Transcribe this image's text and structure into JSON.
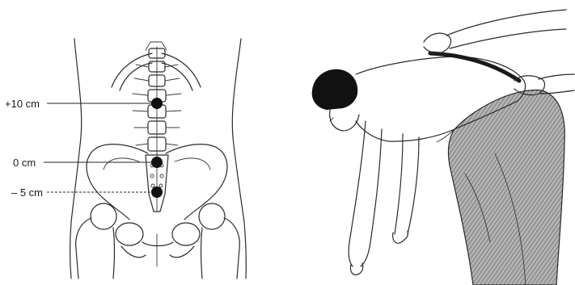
{
  "labels": {
    "plus10": "+10 cm",
    "zero": "0 cm",
    "minus5": "– 5 cm"
  },
  "colors": {
    "ink": "#2a2a2a",
    "marker": "#111111",
    "hair": "#111111",
    "trousers": "#9a9a9a",
    "tape": "#1a1a1a"
  }
}
